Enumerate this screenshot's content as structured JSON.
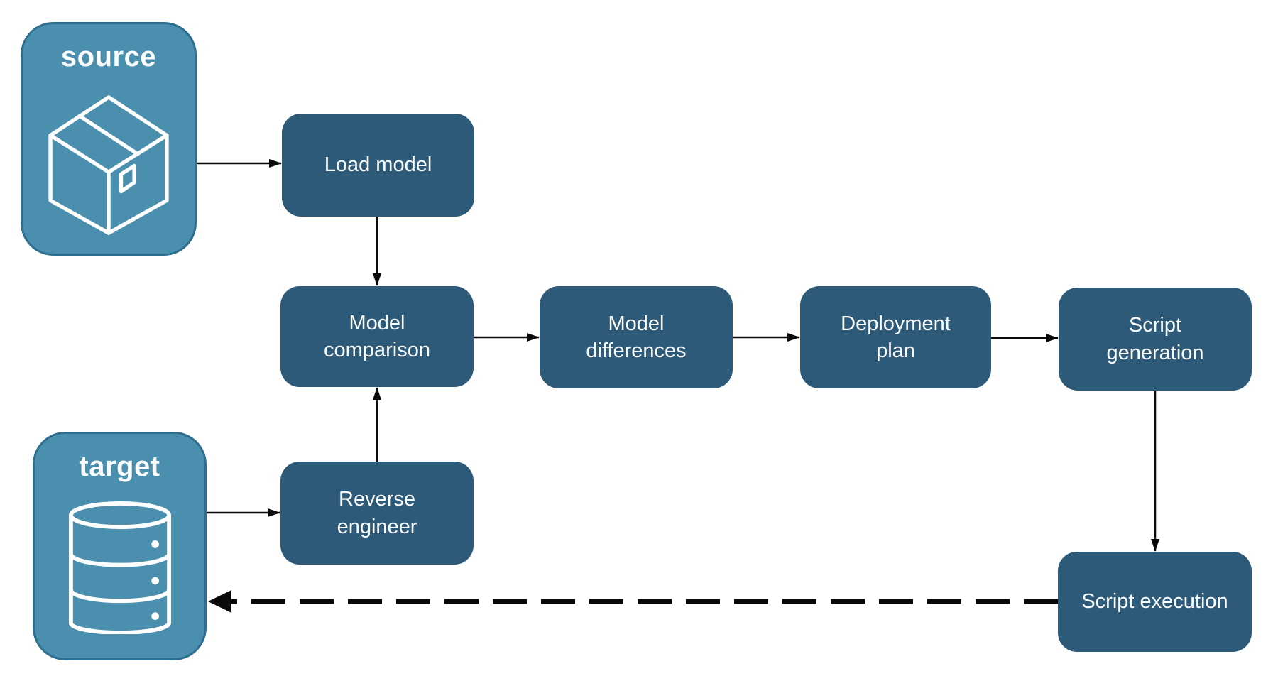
{
  "containers": {
    "source": {
      "label": "source",
      "icon": "package-icon"
    },
    "target": {
      "label": "target",
      "icon": "database-icon"
    }
  },
  "nodes": {
    "load_model": {
      "label": "Load model"
    },
    "model_comparison": {
      "label": "Model comparison"
    },
    "model_differences": {
      "label": "Model differences"
    },
    "deployment_plan": {
      "label": "Deployment plan"
    },
    "script_generation": {
      "label": "Script generation"
    },
    "reverse_engineer": {
      "label": "Reverse engineer"
    },
    "script_execution": {
      "label": "Script execution"
    }
  },
  "edges": [
    {
      "from": "source",
      "to": "load_model",
      "style": "solid"
    },
    {
      "from": "load_model",
      "to": "model_comparison",
      "style": "solid"
    },
    {
      "from": "target",
      "to": "reverse_engineer",
      "style": "solid"
    },
    {
      "from": "reverse_engineer",
      "to": "model_comparison",
      "style": "solid"
    },
    {
      "from": "model_comparison",
      "to": "model_differences",
      "style": "solid"
    },
    {
      "from": "model_differences",
      "to": "deployment_plan",
      "style": "solid"
    },
    {
      "from": "deployment_plan",
      "to": "script_generation",
      "style": "solid"
    },
    {
      "from": "script_generation",
      "to": "script_execution",
      "style": "solid"
    },
    {
      "from": "script_execution",
      "to": "target",
      "style": "dashed"
    }
  ],
  "colors": {
    "node_fill": "#2d5a78",
    "container_fill": "#4a8fae",
    "container_border": "#2e6e8e",
    "text": "#fbfcfd",
    "arrow": "#0a0a0a",
    "background": "#ffffff"
  }
}
